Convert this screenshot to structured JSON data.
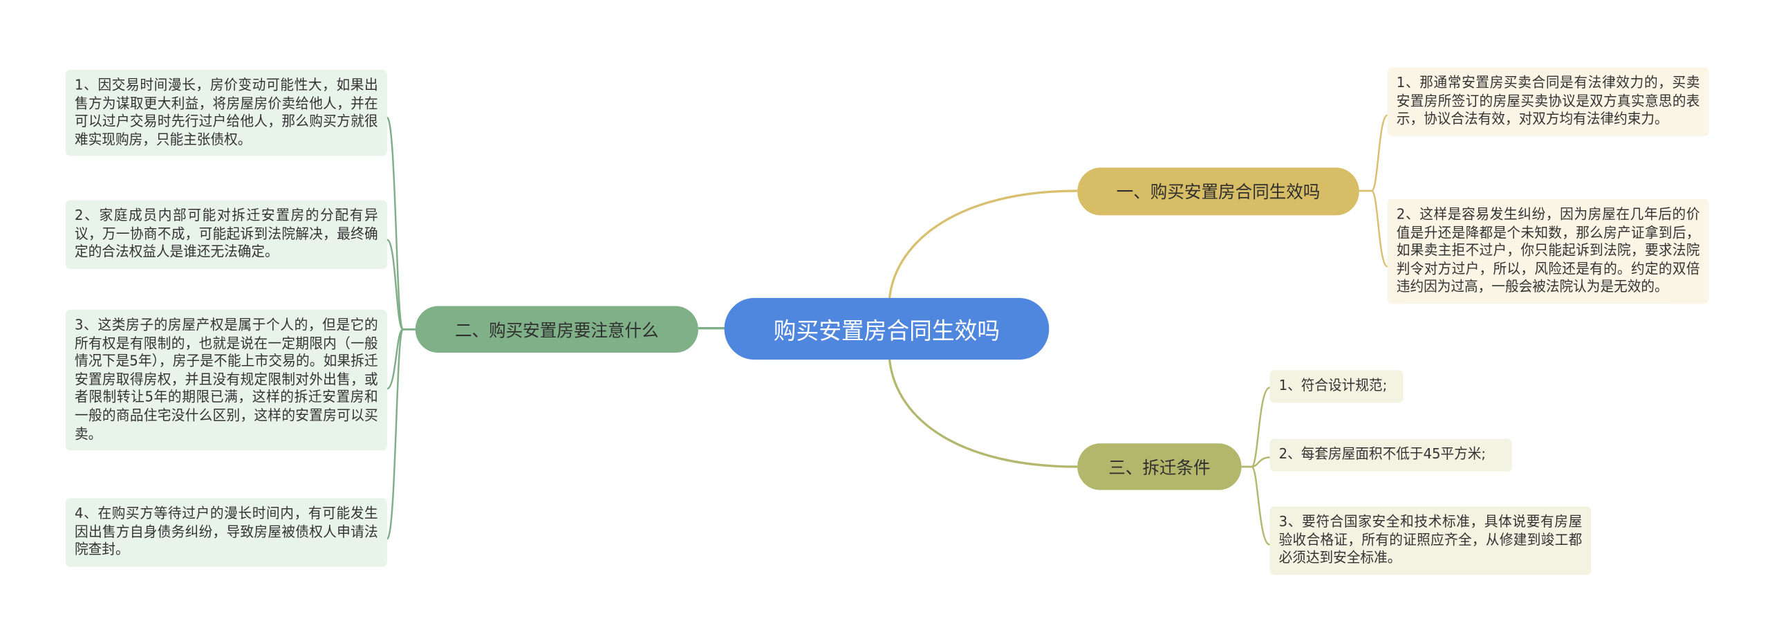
{
  "colors": {
    "root": "#4f86de",
    "branch_1": "#d7bd66",
    "branch_2": "#7fb087",
    "branch_3": "#b2b76c",
    "link_1": "#d8c070",
    "link_2": "#7fae88",
    "link_3": "#b4b86e",
    "leaf_1_bg": "#faf5e4",
    "leaf_2_bg": "#e8f3ea",
    "leaf_3_bg": "#f3f3e2"
  },
  "root": {
    "label": "购买安置房合同生效吗"
  },
  "branches": [
    {
      "label": "一、购买安置房合同生效吗",
      "items": [
        "1、那通常安置房买卖合同是有法律效力的，买卖安置房所签订的房屋买卖协议是双方真实意思的表示，协议合法有效，对双方均有法律约束力。",
        "2、这样是容易发生纠纷，因为房屋在几年后的价值是升还是降都是个未知数，那么房产证拿到后，如果卖主拒不过户，你只能起诉到法院，要求法院判令对方过户，所以，风险还是有的。约定的双倍违约因为过高，一般会被法院认为是无效的。"
      ]
    },
    {
      "label": "二、购买安置房要注意什么",
      "items": [
        "1、因交易时间漫长，房价变动可能性大，如果出售方为谋取更大利益，将房屋房价卖给他人，并在可以过户交易时先行过户给他人，那么购买方就很难实现购房，只能主张债权。",
        "2、家庭成员内部可能对拆迁安置房的分配有异议，万一协商不成，可能起诉到法院解决，最终确定的合法权益人是谁还无法确定。",
        "3、这类房子的房屋产权是属于个人的，但是它的所有权是有限制的，也就是说在一定期限内（一般情况下是5年），房子是不能上市交易的。如果拆迁安置房取得房权，并且没有规定限制对外出售，或者限制转让5年的期限已满，这样的拆迁安置房和一般的商品住宅没什么区别，这样的安置房可以买卖。",
        "4、在购买方等待过户的漫长时间内，有可能发生因出售方自身债务纠纷，导致房屋被债权人申请法院查封。"
      ]
    },
    {
      "label": "三、拆迁条件",
      "items": [
        "1、符合设计规范;",
        "2、每套房屋面积不低于45平方米;",
        "3、要符合国家安全和技术标准，具体说要有房屋验收合格证，所有的证照应齐全，从修建到竣工都必须达到安全标准。"
      ]
    }
  ]
}
